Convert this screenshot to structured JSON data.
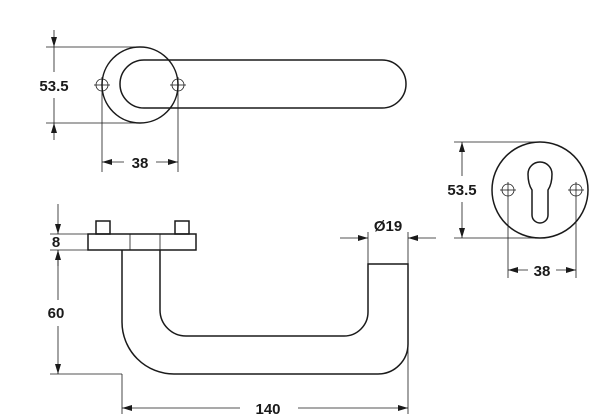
{
  "dimensions": {
    "rose_diameter": "53.5",
    "rose_fixing_centers": "38",
    "escutcheon_diameter": "53.5",
    "escutcheon_fixing_centers": "38",
    "rose_thickness": "8",
    "projection": "60",
    "lever_length": "140",
    "lever_diameter": "Ø19"
  }
}
